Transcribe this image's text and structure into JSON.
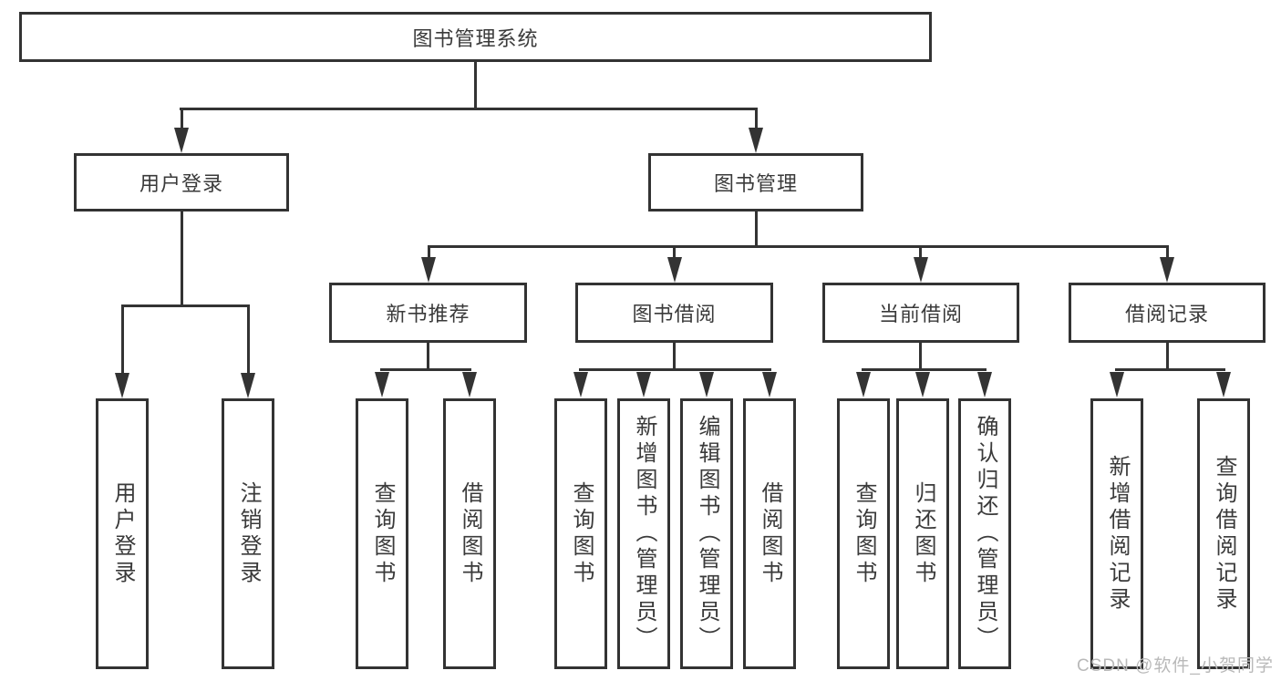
{
  "nodes": {
    "root": "图书管理系统",
    "user_login": "用户登录",
    "book_mgmt": "图书管理",
    "new_books": "新书推荐",
    "book_borrow": "图书借阅",
    "current_borrow": "当前借阅",
    "borrow_records": "借阅记录"
  },
  "leaves": {
    "user_login": [
      "用户登录",
      "注销登录"
    ],
    "new_books": [
      "查询图书",
      "借阅图书"
    ],
    "book_borrow": [
      "查询图书",
      "新增图书（管理员）",
      "编辑图书（管理员）",
      "借阅图书"
    ],
    "current_borrow": [
      "查询图书",
      "归还图书",
      "确认归还（管理员）"
    ],
    "borrow_records": [
      "新增借阅记录",
      "查询借阅记录"
    ]
  },
  "watermark": "CSDN @软件_小贺同学",
  "colors": {
    "line": "#333333",
    "text": "#3a3a3a",
    "watermark": "#b9b9b9"
  }
}
